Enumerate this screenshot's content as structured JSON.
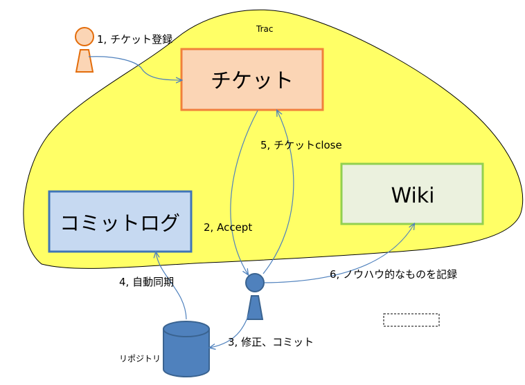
{
  "colors": {
    "trac_fill": "#ffff66",
    "ticket_fill": "#fbd5b5",
    "ticket_border": "#f0803c",
    "commitlog_fill": "#c6d9f1",
    "commitlog_border": "#3f75b8",
    "wiki_fill": "#ebf1de",
    "wiki_border": "#92d050",
    "person_orange_fill": "#fbd5b5",
    "person_orange_border": "#e36c0a",
    "person_blue_fill": "#4f81bd",
    "person_blue_border": "#3a6390",
    "db_fill": "#4f81bd",
    "arrow": "#4f81bd"
  },
  "icons": [
    "person-icon-reporter",
    "person-icon-developer",
    "database-icon"
  ],
  "labels": {
    "trac": "Trac",
    "ticket": "チケット",
    "commitlog": "コミットログ",
    "wiki": "Wiki",
    "repository": "リポジトリ"
  },
  "steps": {
    "step1": "1, チケット登録",
    "step2": "2, Accept",
    "step3": "3, 修正、コミット",
    "step4": "4, 自動同期",
    "step5": "5, チケットclose",
    "step6": "6, ノウハウ的なものを記録"
  }
}
